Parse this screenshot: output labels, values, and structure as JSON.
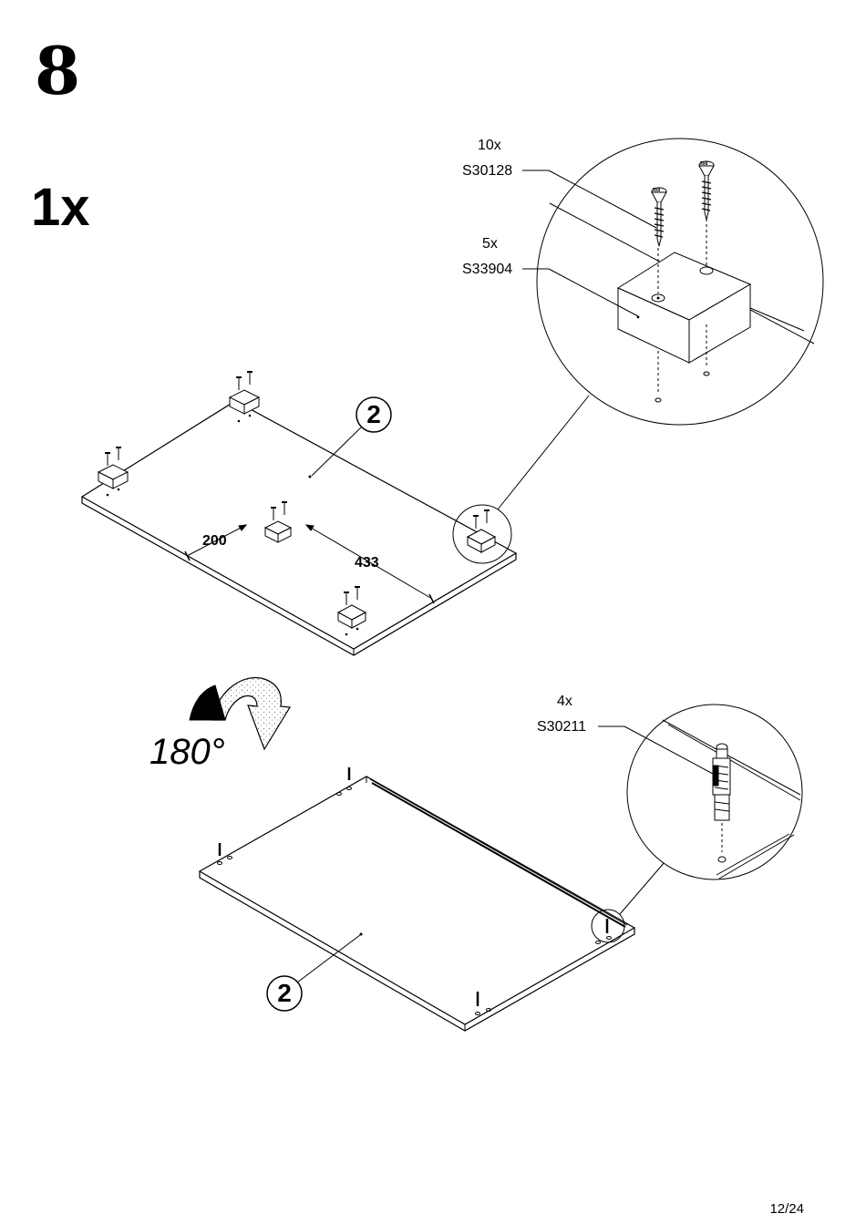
{
  "step": {
    "number": "8",
    "quantity": "1x"
  },
  "top_detail": {
    "screw": {
      "count": "10x",
      "code": "S30128"
    },
    "block": {
      "count": "5x",
      "code": "S33904"
    },
    "screw_marking": "5x8"
  },
  "dimensions": {
    "d1": "200",
    "d2": "433"
  },
  "part_labels": {
    "top": "2",
    "bottom": "2"
  },
  "rotation": {
    "label": "180°"
  },
  "bottom_detail": {
    "dowel": {
      "count": "4x",
      "code": "S30211"
    }
  },
  "page_number": "12/24"
}
